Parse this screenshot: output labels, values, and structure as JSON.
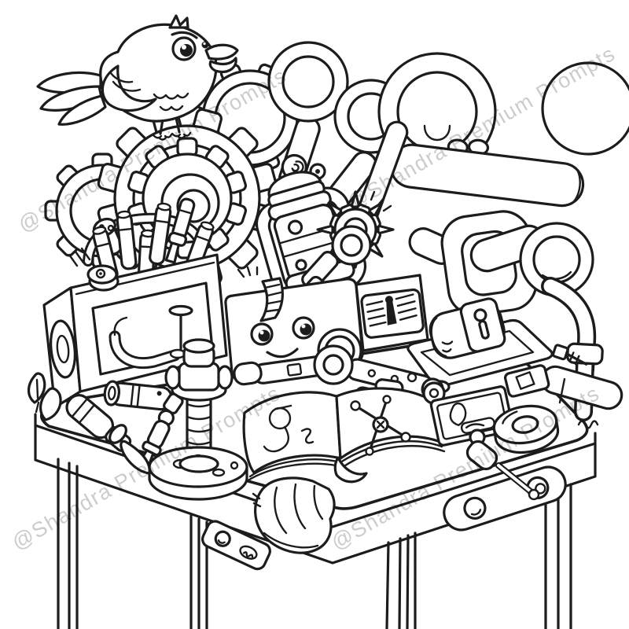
{
  "artwork": {
    "background_color": "#ffffff",
    "line_color": "#1c1c1c",
    "style": "black-and-white coloring page line art"
  },
  "watermark": {
    "text": "@Shandra Premium Prompts",
    "color": "#c4c4c4"
  },
  "scene": {
    "items": [
      "cartoon-bird-perched-on-gear",
      "large-gear",
      "small-gear-left",
      "gear-top",
      "starburst-gear",
      "scissors-handles",
      "oil-spray-can-in-holder",
      "lamp-disc",
      "metal-tube",
      "articulated-arm-with-lens",
      "pencil-toolbox-with-markers",
      "c-clamp",
      "radio-with-smiley-face",
      "gauge-panel",
      "speaker-knob",
      "wrench-holding-gear",
      "table-wrench",
      "padlock-barrel-on-tray",
      "open-manual-book",
      "bookmark",
      "adjustable-stand-with-round-base",
      "small-screwdriver",
      "long-screwdriver",
      "scope-flashlight",
      "leaf",
      "parts-card",
      "tape-roll",
      "washer",
      "block-with-square-hole",
      "pipe-fitting",
      "screwdriver-over-edge",
      "cloth-rag",
      "work-table-with-drawers"
    ]
  }
}
